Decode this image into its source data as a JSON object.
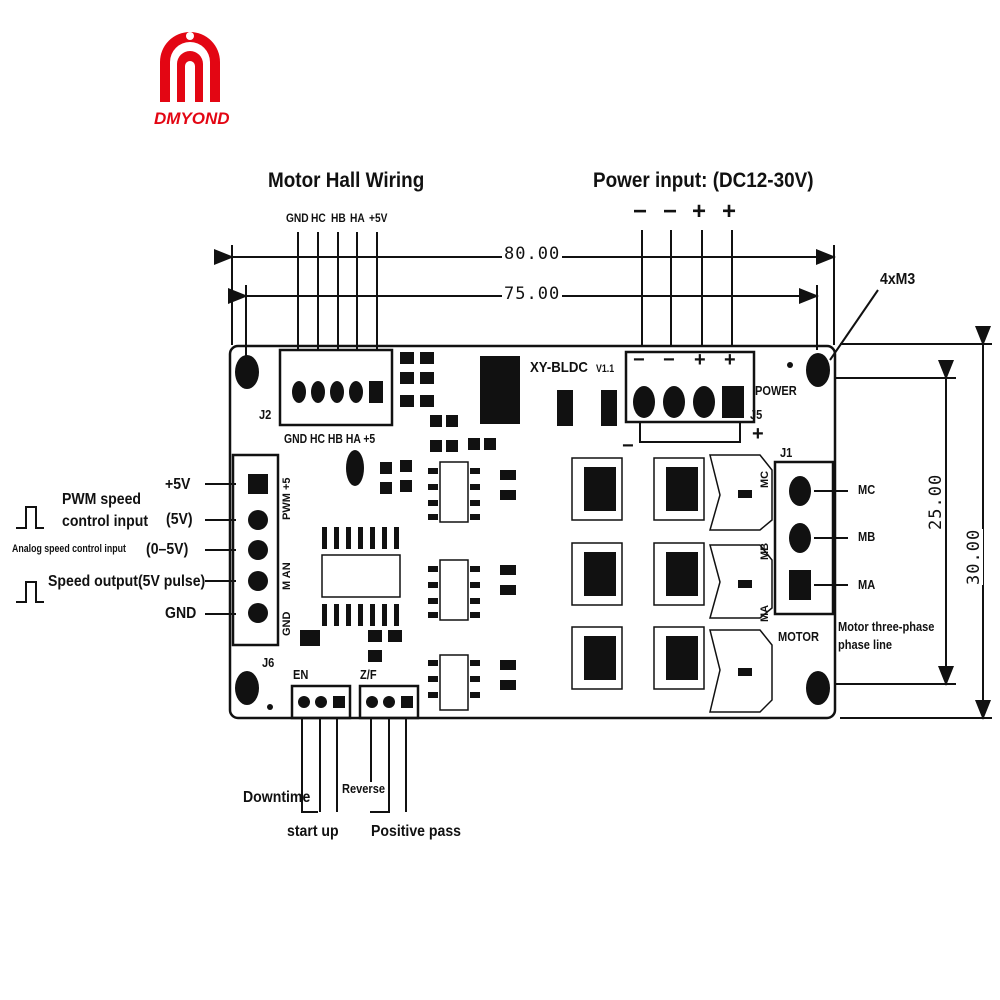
{
  "logo": {
    "brand_name": "DMYOND",
    "brand_color": "#e30613"
  },
  "titles": {
    "hall": "Motor Hall Wiring",
    "power": "Power input: (DC12-30V)"
  },
  "hall_header": [
    "GND",
    "HC",
    "HB",
    "HA",
    "+5V"
  ],
  "power_signs": [
    "−",
    "−",
    "+",
    "+"
  ],
  "dimensions": {
    "overall_length": "80.00",
    "hole_spacing_length": "75.00",
    "hole_spacing_width": "25.00",
    "overall_width": "30.00",
    "mounting_holes": "4xM3"
  },
  "board": {
    "model": "XY-BLDC",
    "version": "V1.1",
    "power_label": "POWER",
    "motor_label": "MOTOR",
    "j2": "J2",
    "j5": "J5",
    "j1": "J1",
    "j6": "J6",
    "en": "EN",
    "zf": "Z/F",
    "j2_pins": "GND HC HB HA +5",
    "pcb_pm": "PWM +5",
    "pcb_m_an": "M AN",
    "pcb_gnd": "GND",
    "phase_mc": "MC",
    "phase_mb": "MB",
    "phase_ma": "MA",
    "power_pins": [
      "−",
      "−",
      "+",
      "+"
    ],
    "plus_mark": "+",
    "minus_mark": "−"
  },
  "left_labels": {
    "plus5v": "+5V",
    "pwm_line1": "PWM speed",
    "pwm_line2": "control input",
    "pwm_level": "(5V)",
    "analog": "Analog speed control input",
    "analog_level": "(0–5V)",
    "speed_out": "Speed output(5V pulse)",
    "gnd": "GND"
  },
  "right_labels": {
    "mc": "MC",
    "mb": "MB",
    "ma": "MA",
    "motor_line1": "Motor three-phase",
    "motor_line2": "phase line"
  },
  "bottom_labels": {
    "downtime": "Downtime",
    "start_up": "start up",
    "reverse": "Reverse",
    "positive": "Positive pass"
  }
}
